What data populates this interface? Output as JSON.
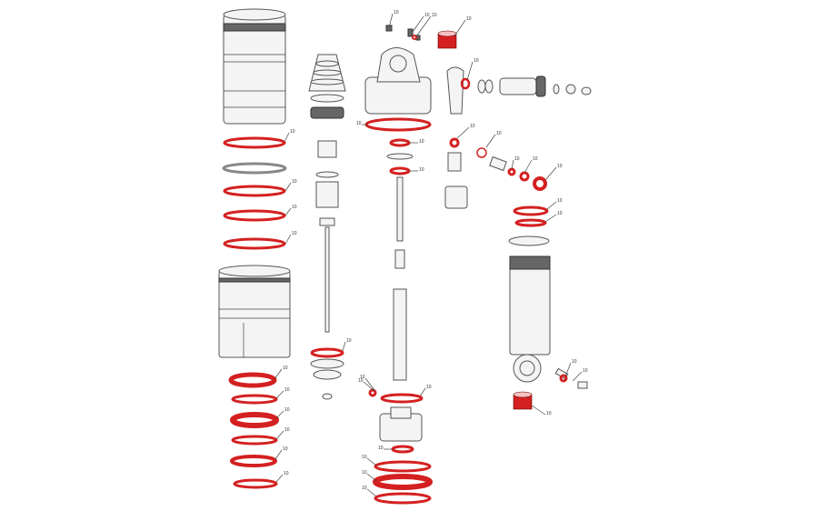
{
  "diagram": {
    "title": "Rear shock exploded parts view",
    "accent_color": "#d42020",
    "callouts": [
      "10",
      "10",
      "10",
      "10",
      "10",
      "10",
      "10",
      "10",
      "10",
      "10",
      "10",
      "10",
      "10",
      "10",
      "10",
      "10",
      "10",
      "10",
      "10",
      "10",
      "10",
      "10",
      "10",
      "10",
      "10",
      "10",
      "10",
      "10",
      "10",
      "10",
      "10",
      "10",
      "10",
      "10",
      "10",
      "10"
    ]
  }
}
